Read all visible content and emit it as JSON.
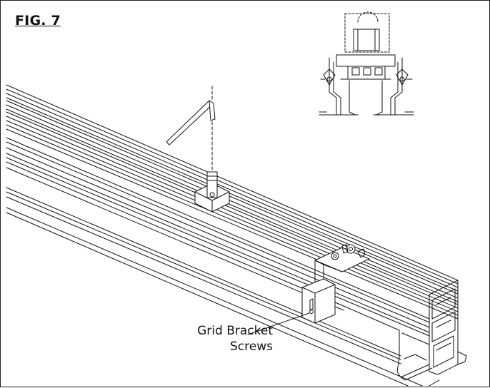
{
  "figure": {
    "label": "FIG. 7",
    "callout_line1": "Grid Bracket",
    "callout_line2": "Screws"
  }
}
